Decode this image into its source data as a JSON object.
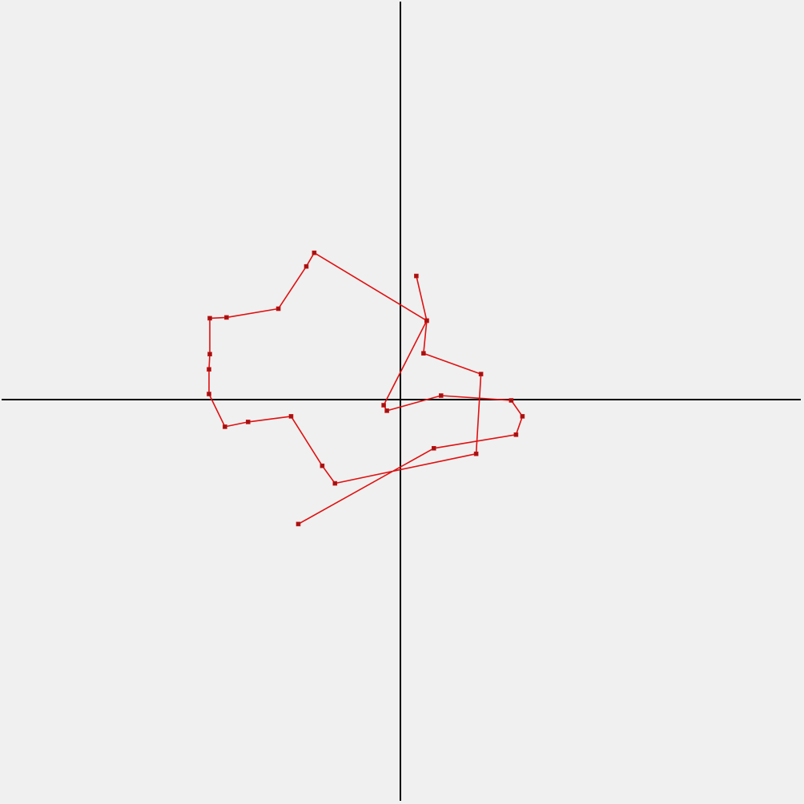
{
  "background": "#f0f0f0",
  "axis_color": "#000000",
  "series_color": "#e01010",
  "marker_color": "#9b1515",
  "chart_data": {
    "type": "line",
    "title": "",
    "xlabel": "",
    "ylabel": "",
    "grid": false,
    "legend": false,
    "xlim": [
      -500,
      500
    ],
    "ylim": [
      -500,
      500
    ],
    "series": [
      {
        "x": [
          20,
          33,
          29,
          101,
          95,
          -82,
          -98,
          -137,
          -191,
          -220,
          -240,
          -240,
          -239,
          -239,
          -218,
          -153,
          -118,
          -108,
          33,
          -21,
          -17,
          51,
          139,
          153,
          145,
          42,
          -128
        ],
        "y": [
          155,
          99,
          58,
          32,
          -68,
          -105,
          -83,
          -21,
          -28,
          -34,
          7,
          38,
          57,
          102,
          103,
          114,
          167,
          184,
          99,
          -7,
          -14,
          5,
          -1,
          -21,
          -44,
          -61,
          -156
        ]
      }
    ]
  }
}
